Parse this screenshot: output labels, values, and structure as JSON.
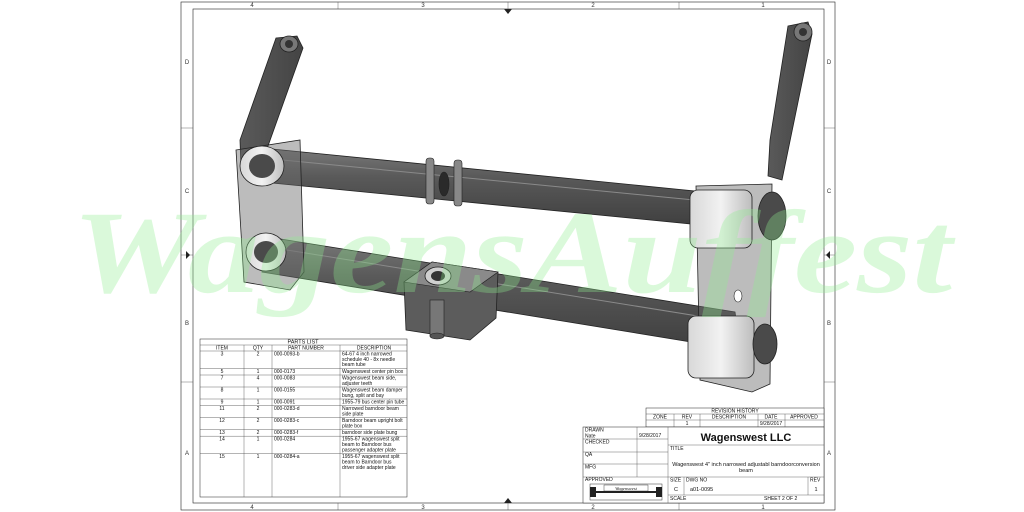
{
  "watermark": "WagensAuffest",
  "zones": {
    "top": [
      "4",
      "3",
      "2",
      "1"
    ],
    "side": [
      "D",
      "C",
      "B",
      "A"
    ]
  },
  "parts_list": {
    "title": "PARTS LIST",
    "headers": [
      "ITEM",
      "QTY",
      "PART NUMBER",
      "DESCRIPTION"
    ],
    "rows": [
      {
        "item": "3",
        "qty": "2",
        "part": "000-0093-b",
        "desc": [
          "64-67 4 inch narrowed",
          "schedule 40 - 8x needle",
          "beam tube"
        ]
      },
      {
        "item": "5",
        "qty": "1",
        "part": "000-0173",
        "desc": [
          "Wagenswest center pin box"
        ]
      },
      {
        "item": "7",
        "qty": "4",
        "part": "000-0083",
        "desc": [
          "Wagenswest beam side,",
          "adjuster teeth"
        ]
      },
      {
        "item": "8",
        "qty": "1",
        "part": "000-0155",
        "desc": [
          "Wagenswest beam damper",
          "bung, split and bay"
        ]
      },
      {
        "item": "9",
        "qty": "1",
        "part": "000-0091",
        "desc": [
          "1955-79 bus center pin tube"
        ]
      },
      {
        "item": "11",
        "qty": "2",
        "part": "000-0283-d",
        "desc": [
          "Narrowed barndoor beam",
          "side plate"
        ]
      },
      {
        "item": "12",
        "qty": "2",
        "part": "000-0283-c",
        "desc": [
          "Barndoor beam upright bolt",
          "plate box"
        ]
      },
      {
        "item": "13",
        "qty": "2",
        "part": "000-0283-f",
        "desc": [
          "barndoor side plate bung"
        ]
      },
      {
        "item": "14",
        "qty": "1",
        "part": "000-0284",
        "desc": [
          "1955-67 wagenswest split",
          "beam to Barndoor bus",
          "passenger adapter plate"
        ]
      },
      {
        "item": "15",
        "qty": "1",
        "part": "000-0284-a",
        "desc": [
          "1955-67 wagenswest split",
          "beam to Barndoor bus",
          "driver side adapter plate"
        ]
      }
    ]
  },
  "revision": {
    "title": "REVISION HISTORY",
    "headers": [
      "ZONE",
      "REV",
      "DESCRIPTION",
      "DATE",
      "APPROVED"
    ],
    "row": {
      "zone": "",
      "rev": "1",
      "desc": "",
      "date": "9/28/2017",
      "approved": ""
    }
  },
  "title_block": {
    "labels": {
      "drawn": "DRAWN",
      "checked": "CHECKED",
      "qa": "QA",
      "mfg": "MFG",
      "approved": "APPROVED",
      "title": "TITLE",
      "size": "SIZE",
      "dwg_no": "DWG NO",
      "rev": "REV",
      "scale": "SCALE"
    },
    "drawn_name": "Nate",
    "drawn_date": "9/28/2017",
    "company": "Wagenswest LLC",
    "title_lines": [
      "Wagenswest 4\" inch narrowed adjustabl barndoorconversion",
      "beam"
    ],
    "size": "C",
    "dwg_no": "a01-0095",
    "rev": "1",
    "sheet": "SHEET  2   OF  2",
    "logo_text": "Wagenswest"
  }
}
